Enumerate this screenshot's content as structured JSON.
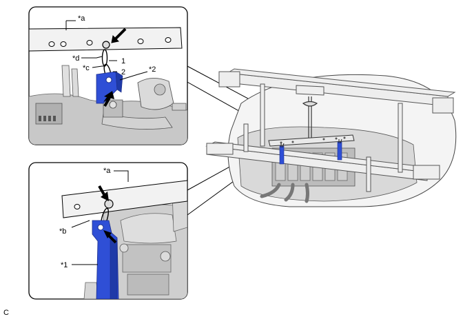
{
  "callouts": {
    "top_a": "*a",
    "top_d": "*d",
    "top_c": "*c",
    "top_step1": "1",
    "top_step2": "2",
    "top_2": "*2",
    "bottom_a": "*a",
    "bottom_b": "*b",
    "bottom_1": "*1"
  },
  "figure_code": "C",
  "colors": {
    "hanger_blue": "#2f4fd6",
    "line": "#000000",
    "metal_light": "#e6e6e6",
    "metal_mid": "#bdbdbd",
    "metal_dark": "#7a7a7a"
  }
}
